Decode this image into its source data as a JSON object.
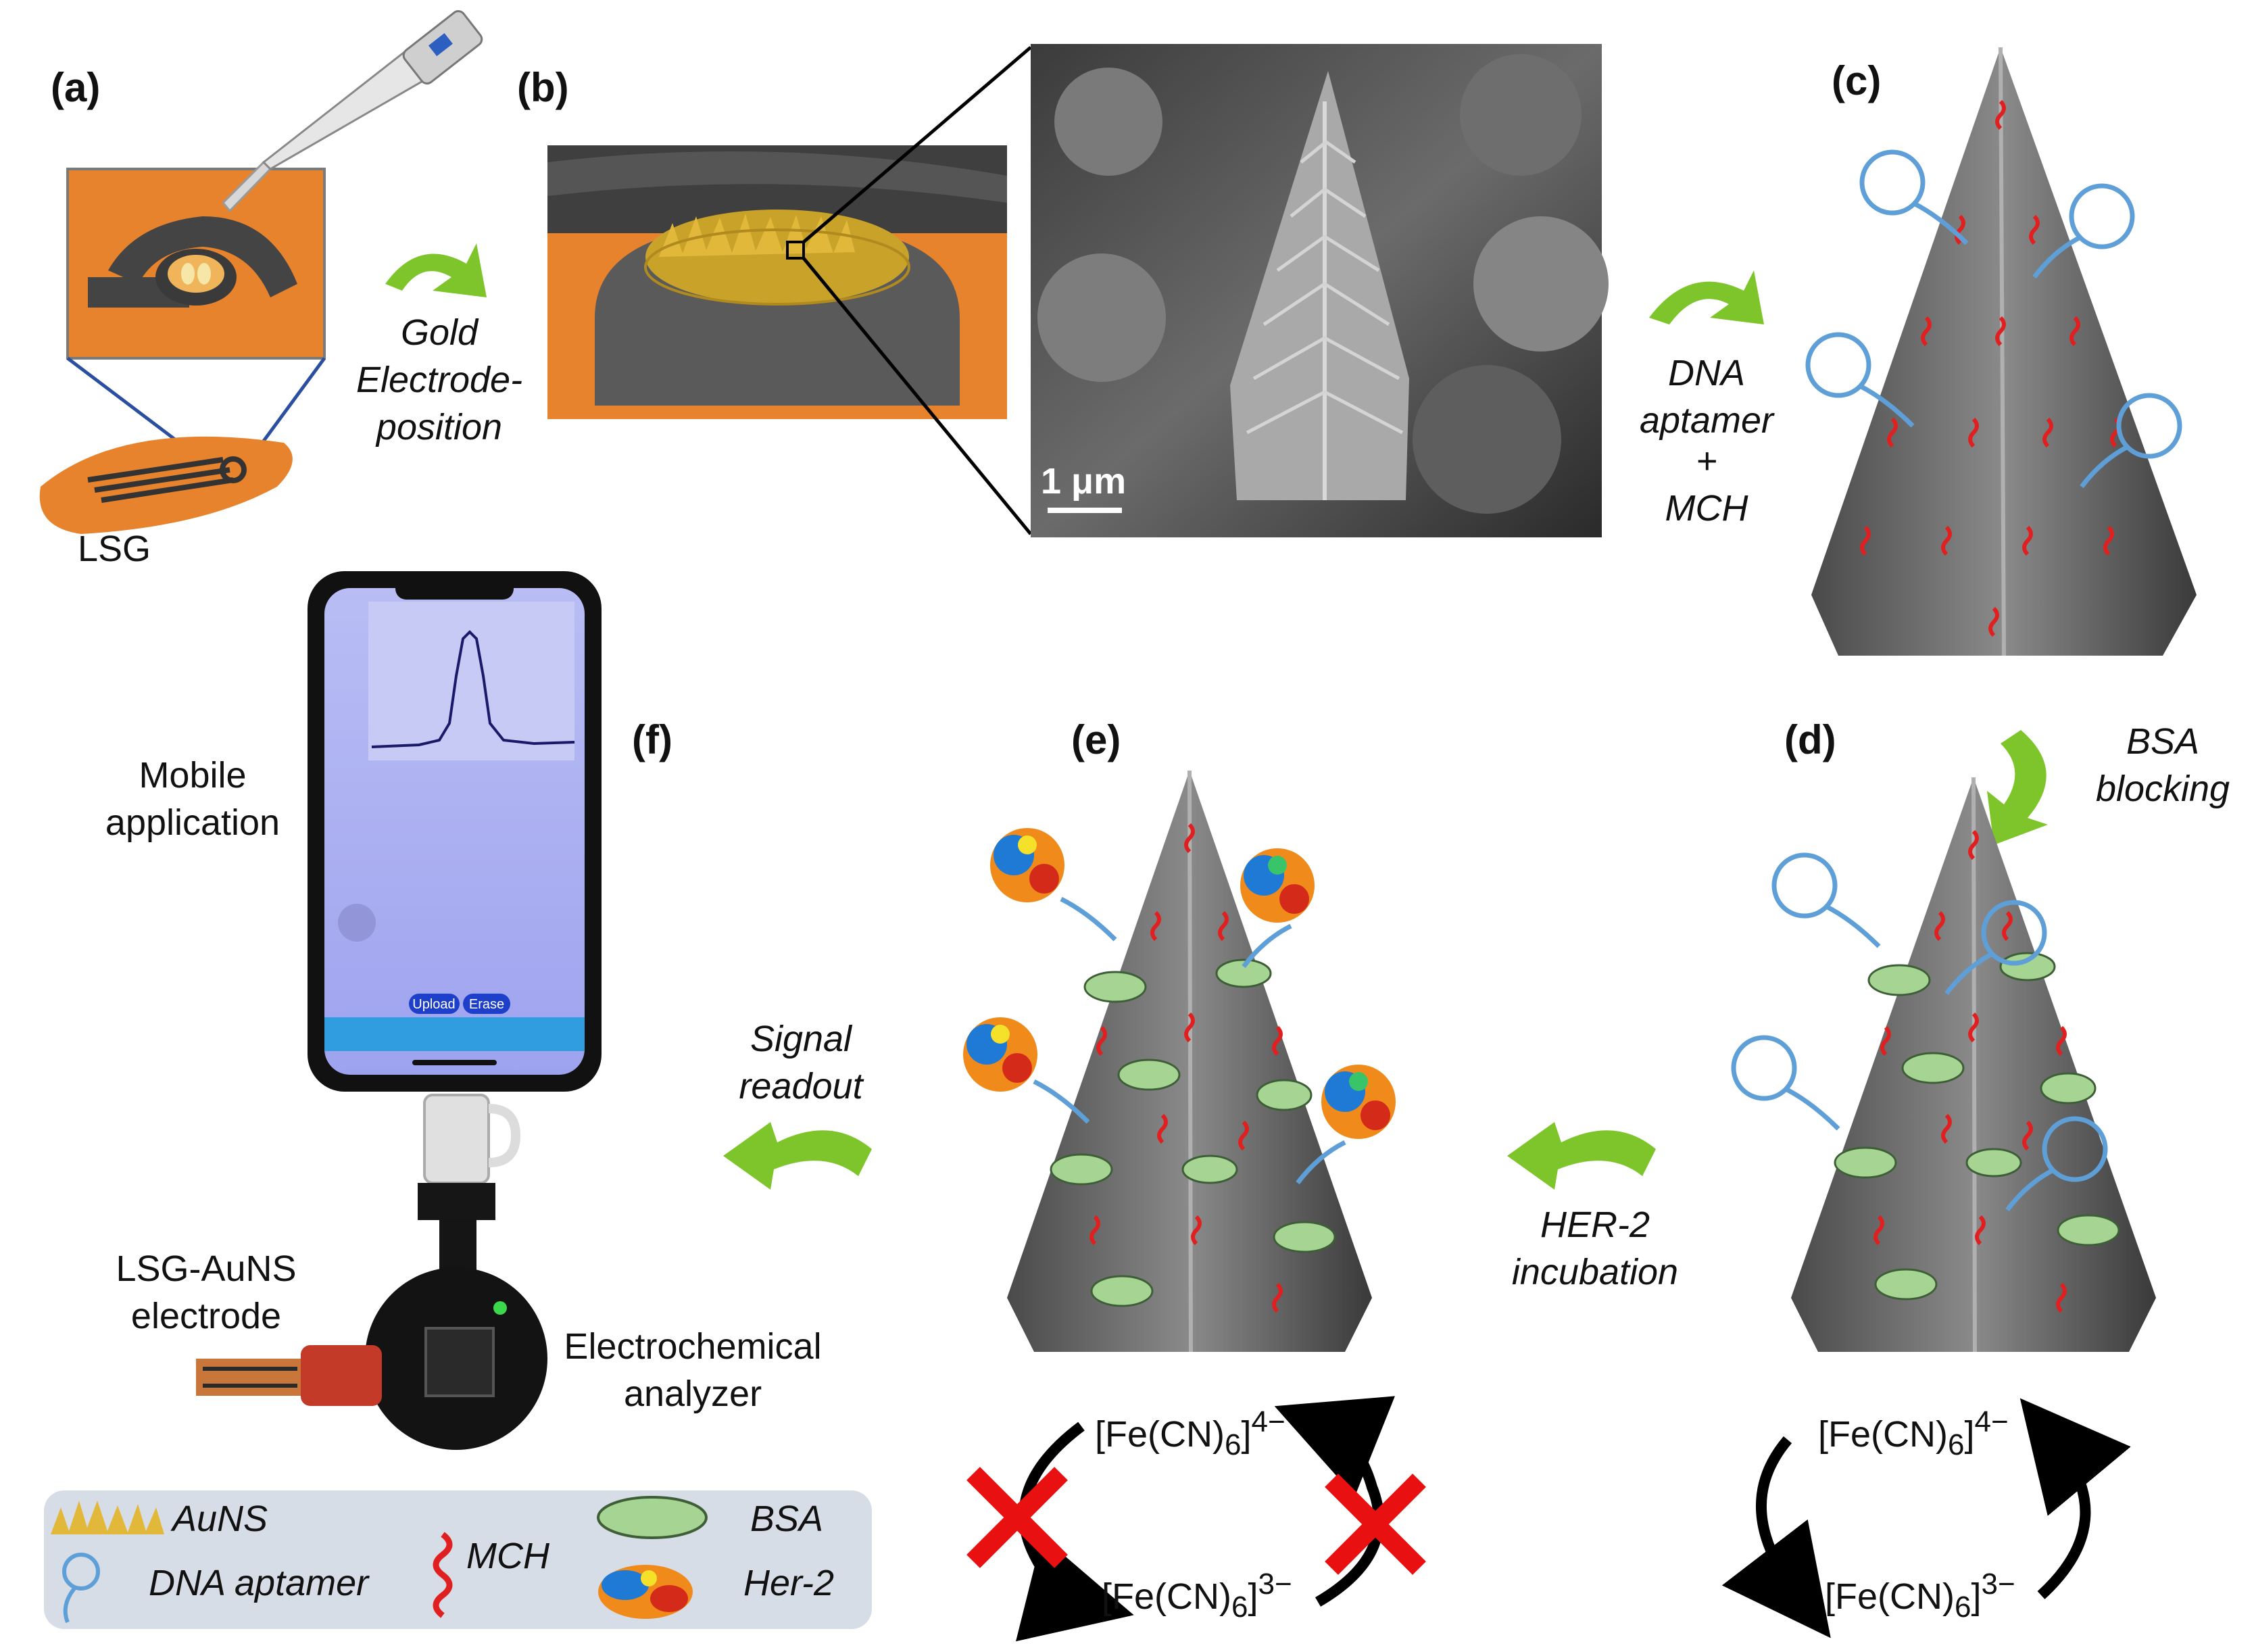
{
  "panels": {
    "a": "(a)",
    "b": "(b)",
    "c": "(c)",
    "d": "(d)",
    "e": "(e)",
    "f": "(f)"
  },
  "steps": {
    "s1": [
      "Gold",
      "Electrode-",
      "position"
    ],
    "s2": [
      "DNA",
      "aptamer",
      "+",
      "MCH"
    ],
    "s3": [
      "BSA",
      "blocking"
    ],
    "s4": [
      "HER-2",
      "incubation"
    ],
    "s5": [
      "Signal",
      "readout"
    ]
  },
  "labels": {
    "lsg": "LSG",
    "scale": "1 μm",
    "mobile": [
      "Mobile",
      "application"
    ],
    "electrode": [
      "LSG-AuNS",
      "electrode"
    ],
    "analyzer": [
      "Electrochemical",
      "analyzer"
    ]
  },
  "phone": {
    "btn1": "Upload",
    "btn2": "Erase"
  },
  "redox": {
    "red_base": "[Fe(CN)",
    "red_sub": "6",
    "red_sup": "4−",
    "ox_base": "[Fe(CN)",
    "ox_sub": "6",
    "ox_sup": "3−"
  },
  "legend": {
    "auns": "AuNS",
    "aptamer": "DNA aptamer",
    "mch": "MCH",
    "bsa": "BSA",
    "her2": "Her-2"
  },
  "colors": {
    "arrow": "#7dc52a",
    "mch": "#e02020",
    "aptamer": "#5f9fd8",
    "block": "#e81010",
    "legend_bg": "#d7dde6"
  }
}
